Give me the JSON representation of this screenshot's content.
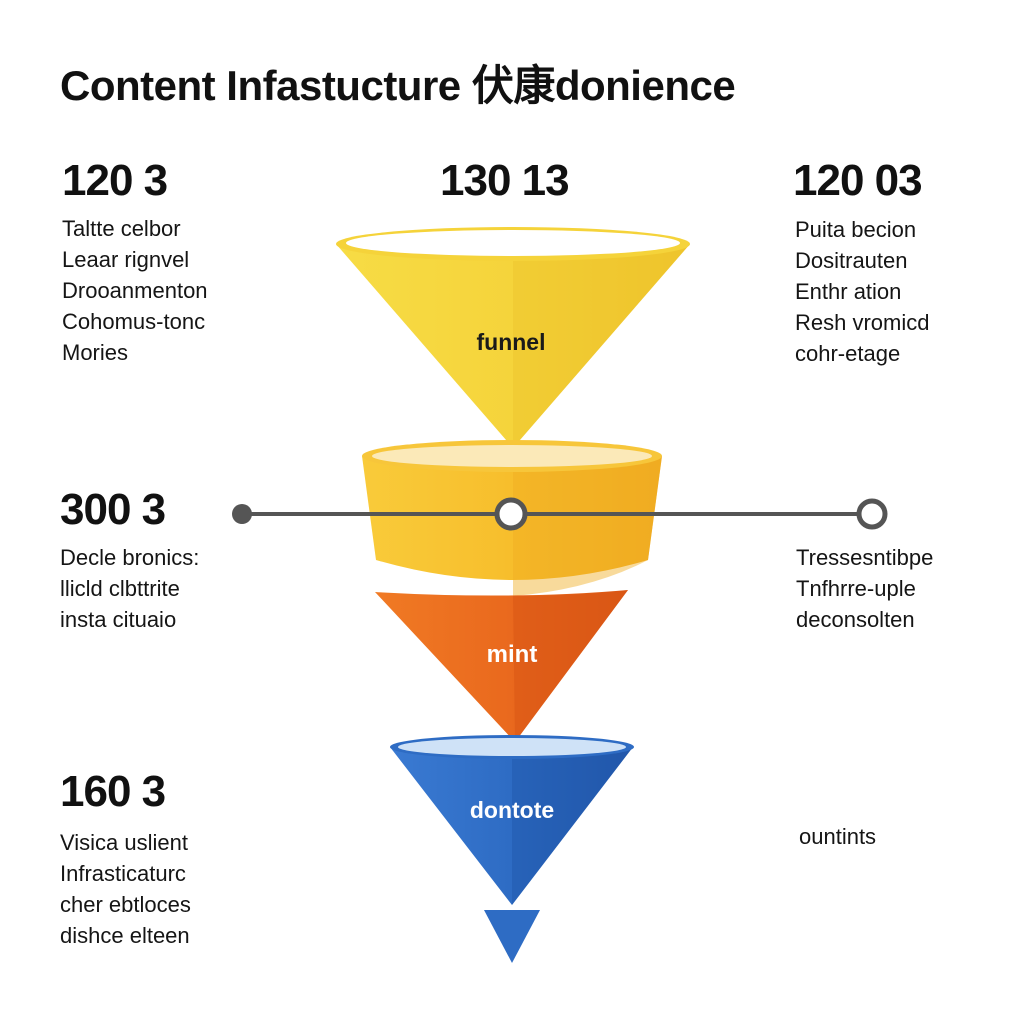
{
  "title": "Content Infastucture 伏康donience",
  "stats": {
    "top_left": {
      "value": "120 3",
      "lines": [
        "Taltte celbor",
        "Leaar rignvel",
        "Drooanmenton",
        "Cohomus-tonc",
        "Mories"
      ]
    },
    "top_center": {
      "value": "130 13"
    },
    "top_right": {
      "value": "120 03",
      "lines": [
        "Puita becion",
        "Dositrauten",
        "Enthr ation",
        "Resh vromicd",
        "cohr-etage"
      ]
    },
    "mid_left": {
      "value": "300 3",
      "lines": [
        "Decle bronics:",
        "llicld clbttrite",
        "insta cituaio"
      ]
    },
    "mid_right": {
      "lines": [
        "Tressesntibpe",
        "Tnfhrre-uple",
        "deconsolten"
      ]
    },
    "bottom_left": {
      "value": "160 3",
      "lines": [
        "Visica uslient",
        "Infrasticaturc",
        "cher ebtloces",
        "dishce elteen"
      ]
    },
    "bottom_right": {
      "label": "ountints"
    }
  },
  "funnel": {
    "top_label": "funnel",
    "middle_label": "mint",
    "bottom_label": "dontote",
    "colors": {
      "yellow": "#f5d33a",
      "amber": "#f7be2c",
      "orange": "#ea6a1e",
      "blue": "#2e6cc4",
      "connector": "#555555"
    }
  }
}
